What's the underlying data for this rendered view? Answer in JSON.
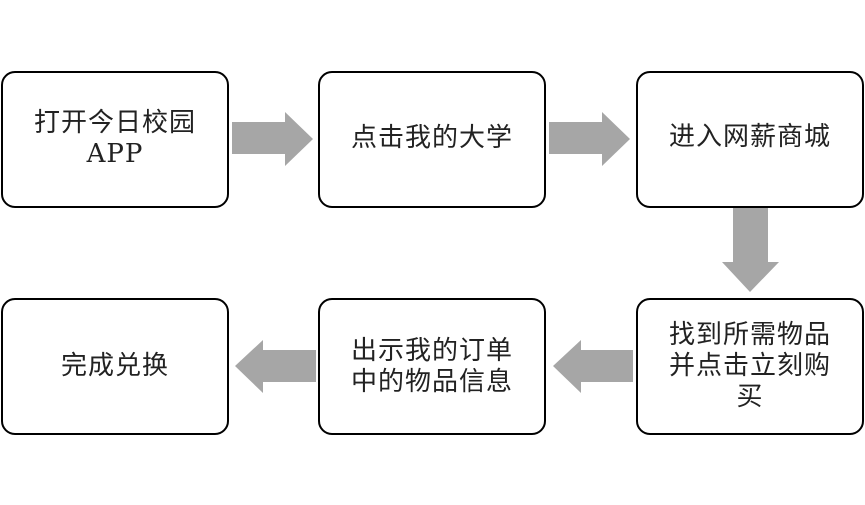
{
  "diagram": {
    "type": "flowchart",
    "arrow_color": "#a6a6a6",
    "box_border_color": "#000000",
    "steps": [
      {
        "id": "step-1",
        "text": "打开今日校园\nAPP"
      },
      {
        "id": "step-2",
        "text": "点击我的大学"
      },
      {
        "id": "step-3",
        "text": "进入网薪商城"
      },
      {
        "id": "step-4",
        "text": "找到所需物品\n并点击立刻购\n买"
      },
      {
        "id": "step-5",
        "text": "出示我的订单\n中的物品信息"
      },
      {
        "id": "step-6",
        "text": "完成兑换"
      }
    ],
    "connections": [
      {
        "from": "step-1",
        "to": "step-2",
        "direction": "right"
      },
      {
        "from": "step-2",
        "to": "step-3",
        "direction": "right"
      },
      {
        "from": "step-3",
        "to": "step-4",
        "direction": "down"
      },
      {
        "from": "step-4",
        "to": "step-5",
        "direction": "left"
      },
      {
        "from": "step-5",
        "to": "step-6",
        "direction": "left"
      }
    ]
  }
}
